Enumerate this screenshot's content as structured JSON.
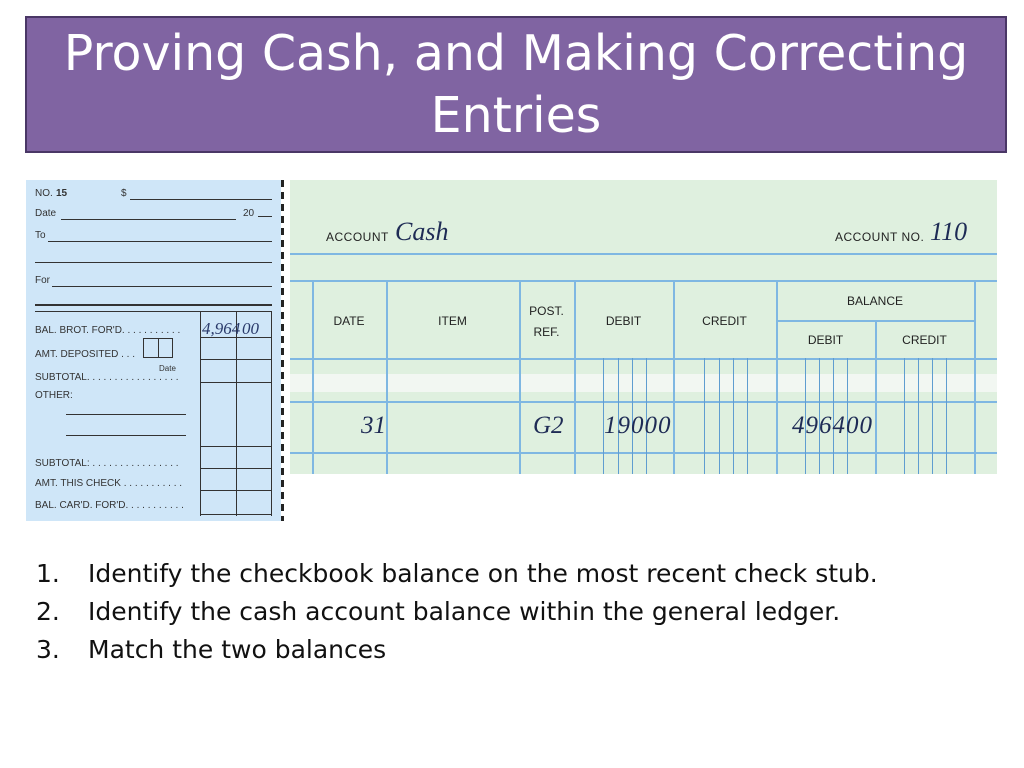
{
  "slide": {
    "title": "Proving Cash, and Making Correcting Entries"
  },
  "check_stub": {
    "no_label": "NO.",
    "no_value": "15",
    "dollar_label": "$",
    "date_label": "Date",
    "year_label": "20",
    "to_label": "To",
    "for_label": "For",
    "bal_brot_fwd_label": "BAL. BROT. FOR'D. . . . . . . . . . .",
    "bal_brot_fwd_amount": "4,964",
    "bal_brot_fwd_cents": "00",
    "amt_deposited_label": "AMT. DEPOSITED . . .",
    "date_caption": "Date",
    "subtotal_label_1": "SUBTOTAL. . . . . . . . . . . . . . . . .",
    "other_label": "OTHER:",
    "subtotal_label_2": "SUBTOTAL: . . . . . . . . . . . . . . . .",
    "amt_this_check_label": "AMT. THIS CHECK . . . . . . . . . . .",
    "bal_card_fwd_label": "BAL. CAR'D. FOR'D. . . . . . . . . . ."
  },
  "ledger": {
    "account_label": "ACCOUNT",
    "account_name": "Cash",
    "account_no_label": "ACCOUNT NO.",
    "account_no": "110",
    "headers": {
      "date": "DATE",
      "item": "ITEM",
      "post_ref_1": "POST.",
      "post_ref_2": "REF.",
      "debit": "DEBIT",
      "credit": "CREDIT",
      "balance": "BALANCE",
      "balance_debit": "DEBIT",
      "balance_credit": "CREDIT"
    },
    "row": {
      "date": "31",
      "post_ref": "G2",
      "debit": "19000",
      "balance_debit": "496400"
    }
  },
  "steps": [
    {
      "num": "1.",
      "text": "Identify the checkbook balance on the most recent check stub."
    },
    {
      "num": "2.",
      "text": "Identify the cash account balance within the general ledger."
    },
    {
      "num": "3.",
      "text": "Match the two balances"
    }
  ]
}
